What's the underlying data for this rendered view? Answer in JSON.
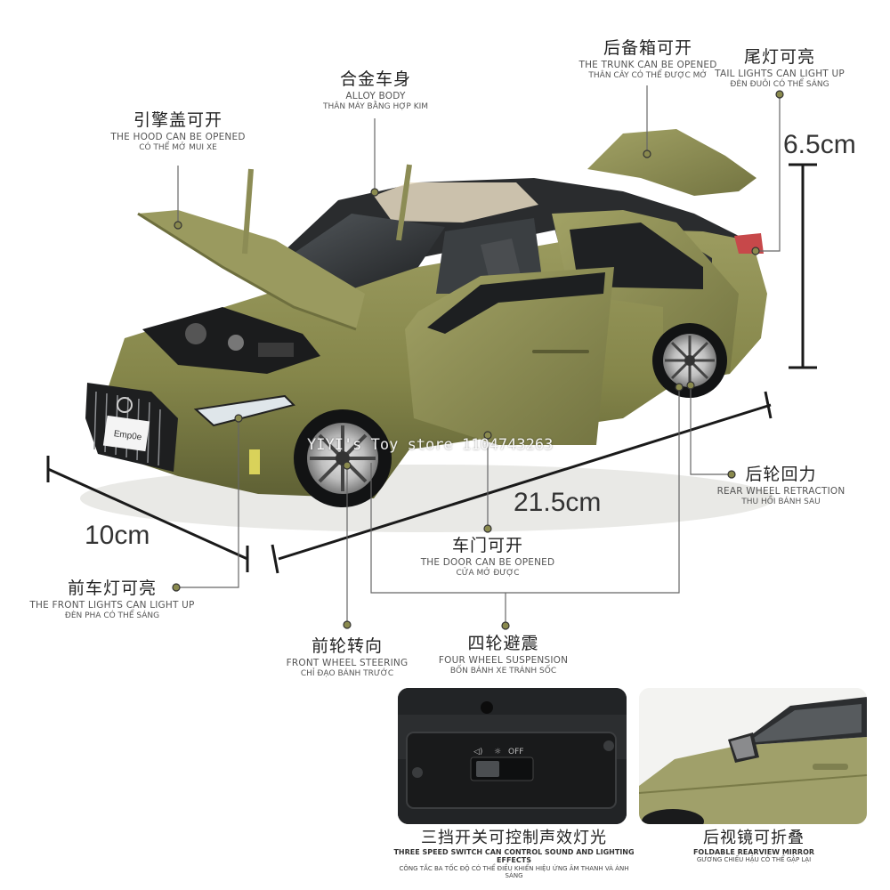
{
  "watermark": "YIYI's Toy store 1104743263",
  "dimensions": {
    "height": "6.5cm",
    "length": "21.5cm",
    "width": "10cm"
  },
  "colors": {
    "body": "#8a8a4e",
    "body_shadow": "#5e6034",
    "roof": "#2a2c2e",
    "accent": "#d9d25a"
  },
  "badge_text": "Emp0e",
  "callouts": {
    "hood": {
      "zh": "引擎盖可开",
      "en": "THE HOOD CAN BE OPENED",
      "vi": "CÓ THỂ MỞ MUI XE"
    },
    "alloy": {
      "zh": "合金车身",
      "en": "ALLOY BODY",
      "vi": "THÂN MÁY BẰNG HỢP KIM"
    },
    "trunk": {
      "zh": "后备箱可开",
      "en": "THE TRUNK CAN BE OPENED",
      "vi": "THÂN CÂY CÓ THỂ ĐƯỢC MỞ"
    },
    "tail": {
      "zh": "尾灯可亮",
      "en": "TAIL LIGHTS CAN LIGHT UP",
      "vi": "ĐÈN ĐUÔI CÓ THỂ SÁNG"
    },
    "rear_wheel": {
      "zh": "后轮回力",
      "en": "REAR WHEEL RETRACTION",
      "vi": "THU HỒI BÁNH SAU"
    },
    "door": {
      "zh": "车门可开",
      "en": "THE DOOR CAN BE OPENED",
      "vi": "CỬA MỞ ĐƯỢC"
    },
    "front_light": {
      "zh": "前车灯可亮",
      "en": "THE FRONT LIGHTS CAN LIGHT UP",
      "vi": "ĐÈN PHA CÓ THỂ SÁNG"
    },
    "steering": {
      "zh": "前轮转向",
      "en": "FRONT WHEEL STEERING",
      "vi": "CHỈ ĐẠO BÁNH TRƯỚC"
    },
    "suspension": {
      "zh": "四轮避震",
      "en": "FOUR WHEEL SUSPENSION",
      "vi": "BỐN BÁNH XE TRÁNH SỐC"
    }
  },
  "panels": {
    "switch": {
      "zh": "三挡开关可控制声效灯光",
      "en": "THREE SPEED SWITCH CAN CONTROL SOUND AND LIGHTING EFFECTS",
      "vi": "CÔNG TẮC BA TỐC ĐỘ CÓ THỂ ĐIỀU KHIỂN HIỆU ỨNG ÂM THANH VÀ ÁNH SÁNG",
      "switch_label": "OFF"
    },
    "mirror": {
      "zh": "后视镜可折叠",
      "en": "FOLDABLE REARVIEW MIRROR",
      "vi": "GƯƠNG CHIẾU HẬU CÓ THỂ GẬP LẠI"
    }
  }
}
